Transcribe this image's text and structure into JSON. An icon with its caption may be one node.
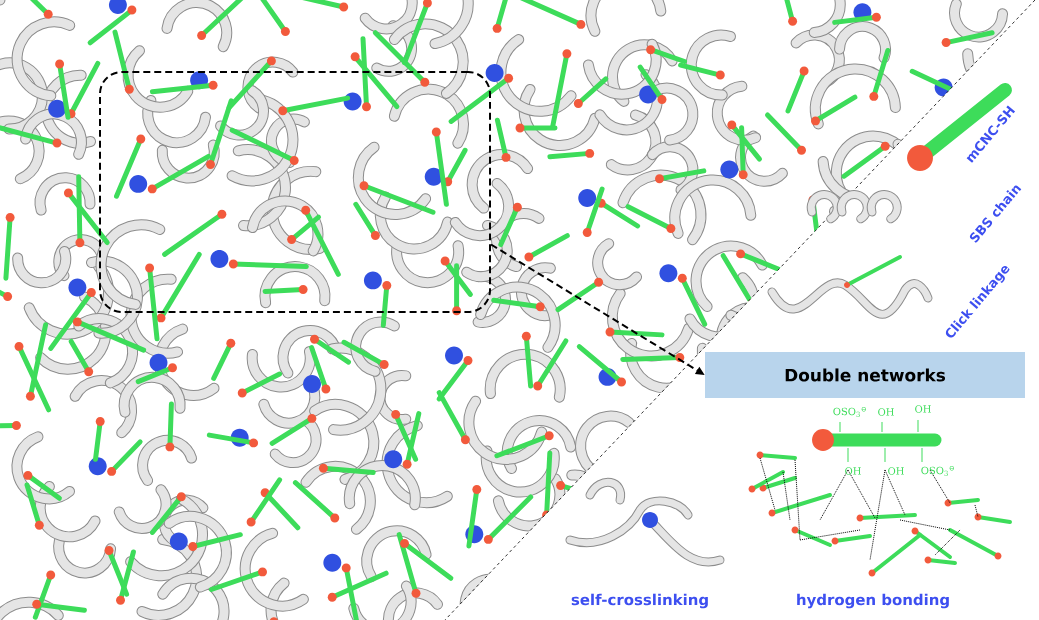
{
  "diagram": {
    "nodes": [
      {
        "text": [],
        "shape": "box"
      },
      {
        "text": [
          "Double networks"
        ]
      }
    ],
    "edges": [
      {
        "from": 0,
        "to": 1,
        "arrow": "to",
        "style": "dashed"
      }
    ],
    "labels": [
      "mCNC-SH",
      "SBS chain",
      "Click linkage",
      "OSO$_{3}$$^{⊖}$",
      "OH",
      "OH",
      "OH",
      "OH",
      "OSO$_{3}$$^{⊖}$",
      "self-crosslinking",
      "hydrogen bonding"
    ]
  }
}
